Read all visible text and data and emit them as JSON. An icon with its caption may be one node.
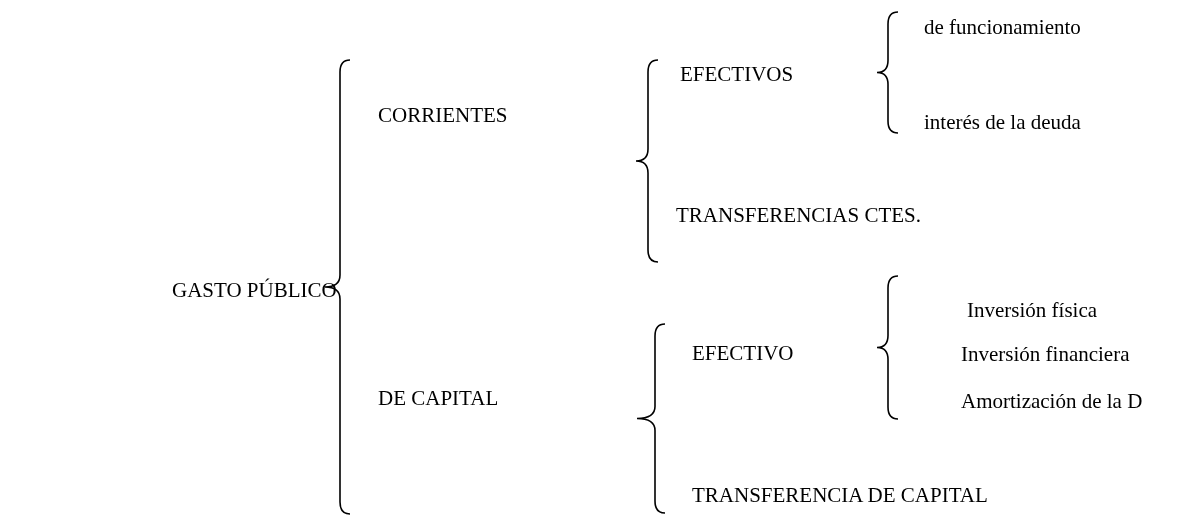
{
  "diagram": {
    "labels": [
      "de funcionamiento",
      "EFECTIVOS",
      "CORRIENTES",
      "interés de la deuda",
      "TRANSFERENCIAS CTES.",
      "GASTO PÚBLICO",
      "Inversión física",
      "EFECTIVO",
      "Inversión financiera",
      "DE CAPITAL",
      "Amortización de la D",
      "TRANSFERENCIA DE CAPITAL"
    ]
  }
}
